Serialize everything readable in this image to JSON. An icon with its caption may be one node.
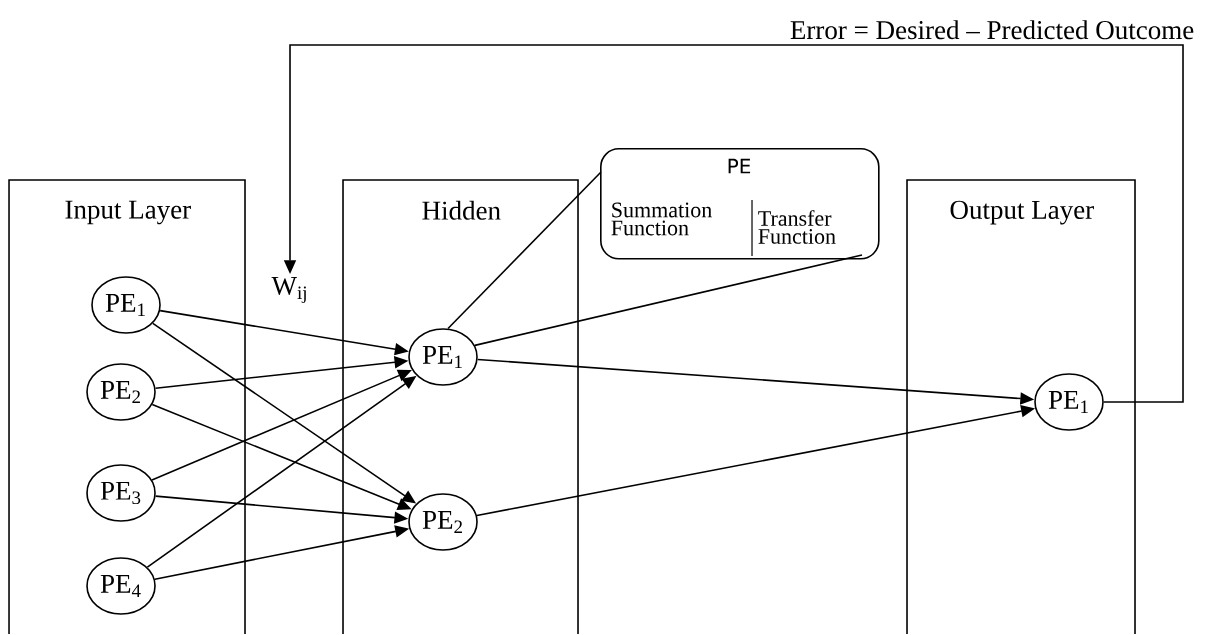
{
  "diagram": {
    "nodes": [
      {
        "text": [
          "Input Layer"
        ]
      },
      {
        "text": [
          "PE$_{1}$"
        ],
        "in": 0
      },
      {
        "text": [
          "PE$_{2}$"
        ],
        "in": 0
      },
      {
        "text": [
          "PE$_{3}$"
        ],
        "in": 0
      },
      {
        "text": [
          "PE$_{4}$"
        ],
        "in": 0
      },
      {
        "text": [
          "Hidden"
        ]
      },
      {
        "text": [
          "PE$_{1}$"
        ],
        "in": 5
      },
      {
        "text": [
          "PE$_{2}$"
        ],
        "in": 5
      },
      {
        "text": [
          "PE",
          "Summation Function",
          "Transfer Function"
        ]
      },
      {
        "text": [
          "Output Layer"
        ]
      },
      {
        "text": [
          "PE$_{1}$"
        ],
        "in": 9
      },
      {
        "text": [
          "W$_{ij}$"
        ]
      }
    ],
    "edges": [
      {
        "from": 1,
        "to": 6,
        "arrow": "to"
      },
      {
        "from": 1,
        "to": 7,
        "arrow": "to"
      },
      {
        "from": 2,
        "to": 6,
        "arrow": "to"
      },
      {
        "from": 2,
        "to": 7,
        "arrow": "to"
      },
      {
        "from": 3,
        "to": 6,
        "arrow": "to"
      },
      {
        "from": 3,
        "to": 7,
        "arrow": "to"
      },
      {
        "from": 4,
        "to": 6,
        "arrow": "to"
      },
      {
        "from": 4,
        "to": 7,
        "arrow": "to"
      },
      {
        "from": 6,
        "to": 10,
        "arrow": "to"
      },
      {
        "from": 7,
        "to": 10,
        "arrow": "to"
      },
      {
        "from": 6,
        "to": 8,
        "arrow": "none"
      },
      {
        "from": 6,
        "to": 8,
        "arrow": "none"
      },
      {
        "from": 10,
        "to": 11,
        "arrow": "to",
        "label": "Error = Desired – Predicted Outcome"
      }
    ]
  }
}
